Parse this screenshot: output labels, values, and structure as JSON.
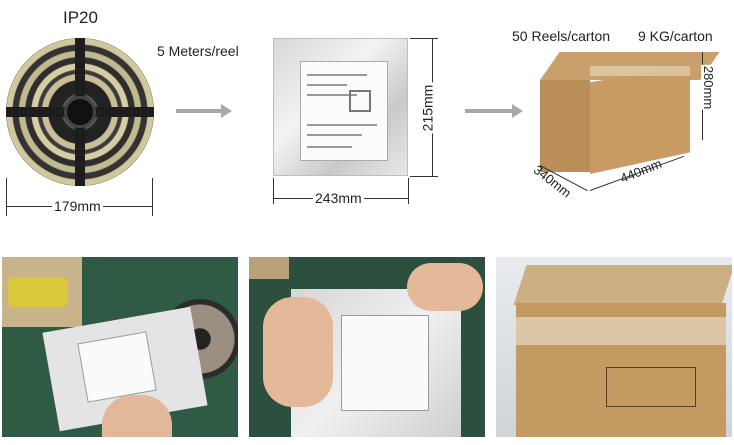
{
  "labels": {
    "ip_rating": "IP20",
    "reel_length": "5 Meters/reel",
    "reel_width": "179mm",
    "bag_height": "215mm",
    "bag_width": "243mm",
    "carton_qty": "50 Reels/carton",
    "carton_weight": "9 KG/carton",
    "carton_height": "280mm",
    "carton_depth": "340mm",
    "carton_length": "440mm"
  },
  "photos": [
    {
      "name": "packing-photo-reel-into-bag"
    },
    {
      "name": "packing-photo-sealing-bag"
    },
    {
      "name": "packing-photo-sealed-carton"
    }
  ],
  "colors": {
    "arrow": "#a8a8a8",
    "carton": "#c79b63",
    "photo_bg": "#2f5a43"
  }
}
